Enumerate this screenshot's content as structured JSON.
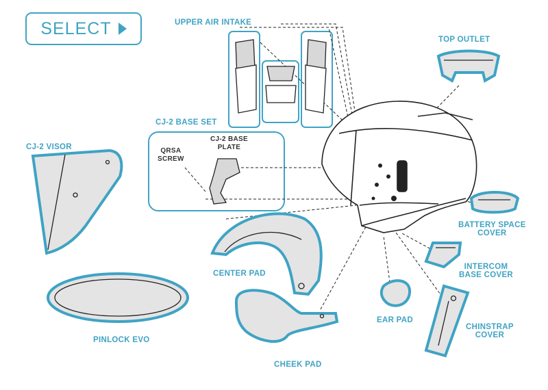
{
  "select_button": {
    "label": "SELECT"
  },
  "labels": {
    "upper_air_intake": "UPPER AIR INTAKE",
    "top_outlet": "TOP OUTLET",
    "base_set": "CJ-2 BASE SET",
    "base_plate_line1": "CJ-2 BASE",
    "base_plate_line2": "PLATE",
    "qrsa_line1": "QRSA",
    "qrsa_line2": "SCREW",
    "visor": "CJ-2 VISOR",
    "battery_line1": "BATTERY SPACE",
    "battery_line2": "COVER",
    "center_pad": "CENTER PAD",
    "intercom_line1": "INTERCOM",
    "intercom_line2": "BASE COVER",
    "pinlock": "PINLOCK EVO",
    "ear_pad": "EAR PAD",
    "chinstrap_line1": "CHINSTRAP",
    "chinstrap_line2": "COVER",
    "cheek_pad": "CHEEK PAD"
  },
  "colors": {
    "accent": "#3fa3c4",
    "part_fill": "#dcdcdc",
    "line": "#222222"
  }
}
